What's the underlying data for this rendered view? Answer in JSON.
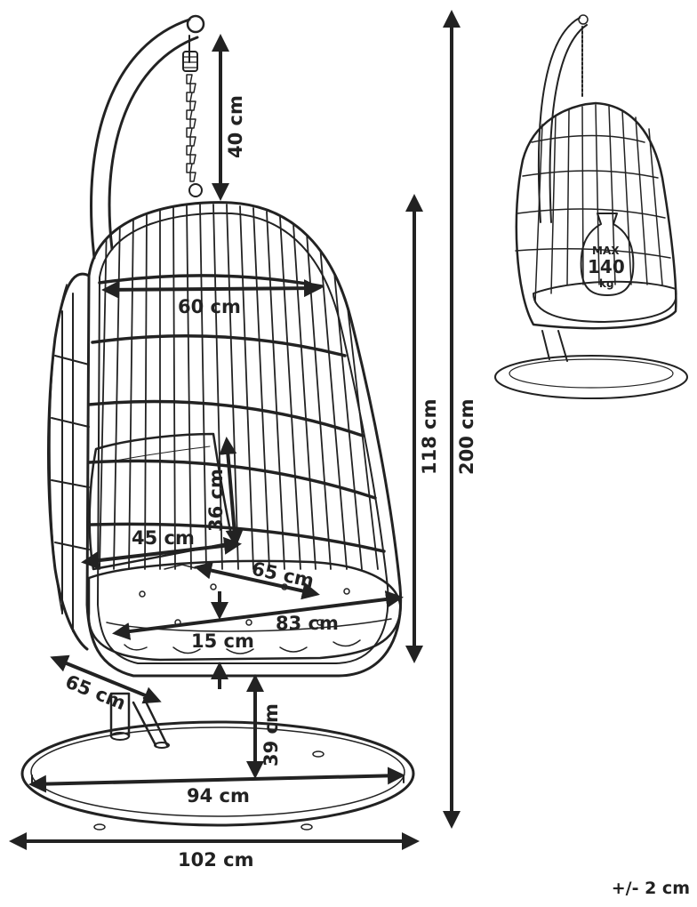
{
  "dimensions": {
    "chain_height": "40 cm",
    "seat_width_top": "60 cm",
    "cushion_height": "36 cm",
    "seat_width": "45 cm",
    "seat_depth": "65 cm",
    "basket_width": "83 cm",
    "cushion_thickness": "15 cm",
    "base_depth": "65 cm",
    "ground_clearance": "39 cm",
    "base_inner": "94 cm",
    "base_outer": "102 cm",
    "basket_height": "118 cm",
    "total_height": "200 cm"
  },
  "capacity": {
    "max_label": "MAX",
    "value": "140",
    "unit": "kg"
  },
  "tolerance": "+/- 2 cm",
  "colors": {
    "line": "#222222",
    "background": "#ffffff"
  }
}
